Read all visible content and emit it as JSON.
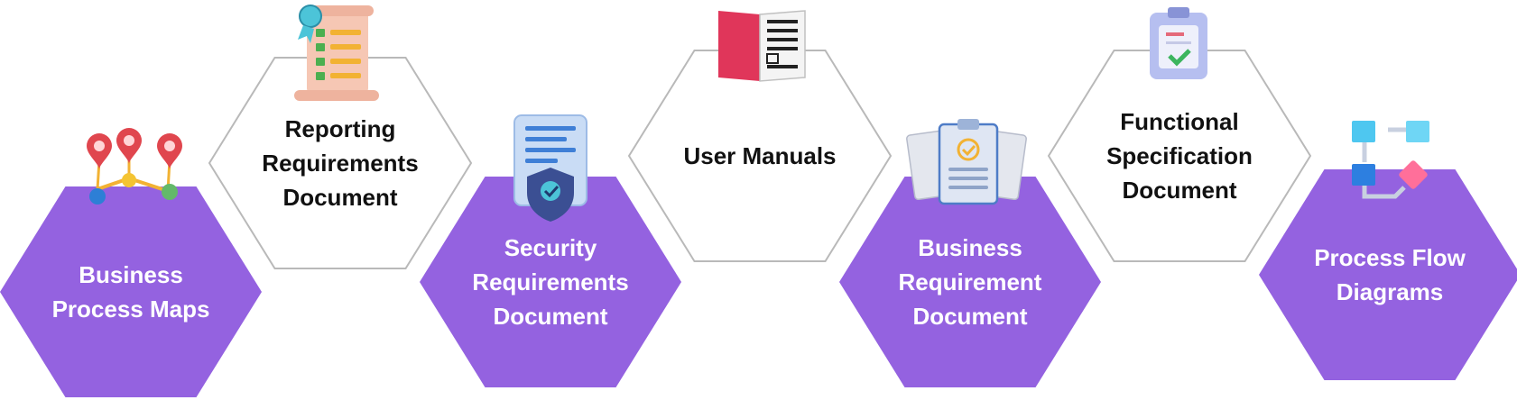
{
  "colors": {
    "purple_fill": "#9462E0",
    "outline": "#b9b9b9",
    "purple_text": "#ffffff",
    "white_text": "#111111"
  },
  "items": [
    {
      "lines": [
        "Business",
        "Process Maps"
      ],
      "style": "purple",
      "icon": "map-pins-icon"
    },
    {
      "lines": [
        "Reporting",
        "Requirements",
        "Document"
      ],
      "style": "outline",
      "icon": "checklist-scroll-icon"
    },
    {
      "lines": [
        "Security",
        "Requirements",
        "Document"
      ],
      "style": "purple",
      "icon": "shield-document-icon"
    },
    {
      "lines": [
        "User Manuals"
      ],
      "style": "outline",
      "icon": "open-book-icon"
    },
    {
      "lines": [
        "Business",
        "Requirement",
        "Document"
      ],
      "style": "purple",
      "icon": "clipboard-documents-icon"
    },
    {
      "lines": [
        "Functional",
        "Specification",
        "Document"
      ],
      "style": "outline",
      "icon": "clipboard-check-icon"
    },
    {
      "lines": [
        "Process Flow",
        "Diagrams"
      ],
      "style": "purple",
      "icon": "flow-diagram-icon"
    }
  ]
}
